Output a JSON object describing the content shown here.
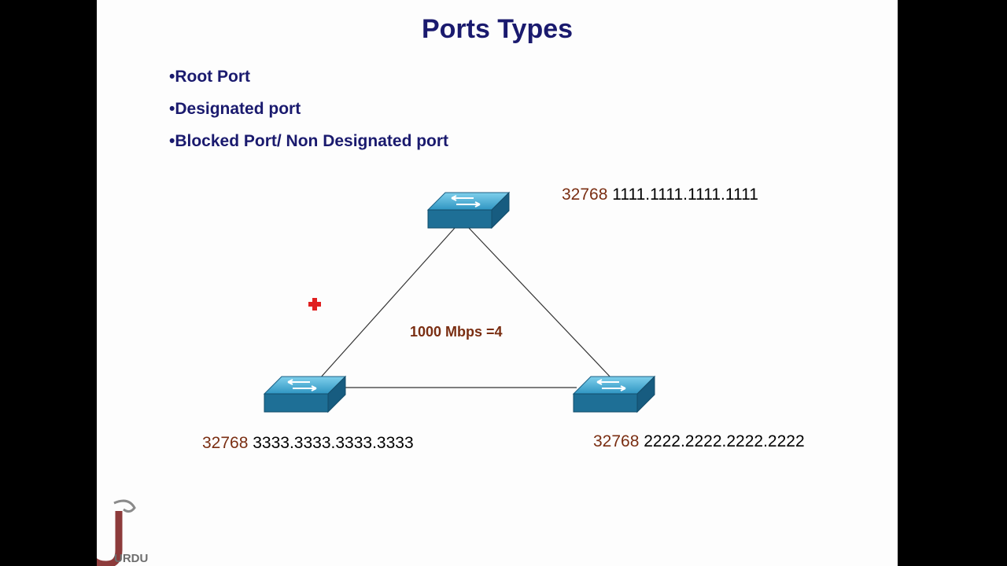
{
  "slide": {
    "title": "Ports Types",
    "bullets": [
      "•Root Port",
      "•Designated port",
      "•Blocked Port/ Non Designated port"
    ]
  },
  "switches": {
    "top": {
      "priority": "32768",
      "mac": "1111.1111.1111.1111"
    },
    "right": {
      "priority": "32768",
      "mac": "2222.2222.2222.2222"
    },
    "left": {
      "priority": "32768",
      "mac": "3333.3333.3333.3333"
    }
  },
  "link_cost_label": "1000 Mbps =4",
  "logo": {
    "text": "URDU"
  },
  "colors": {
    "title": "#1a1a6e",
    "priority": "#7a2e12",
    "switch_top": "#4fb6d8",
    "switch_side": "#1e6f96",
    "cursor": "#e02020"
  }
}
